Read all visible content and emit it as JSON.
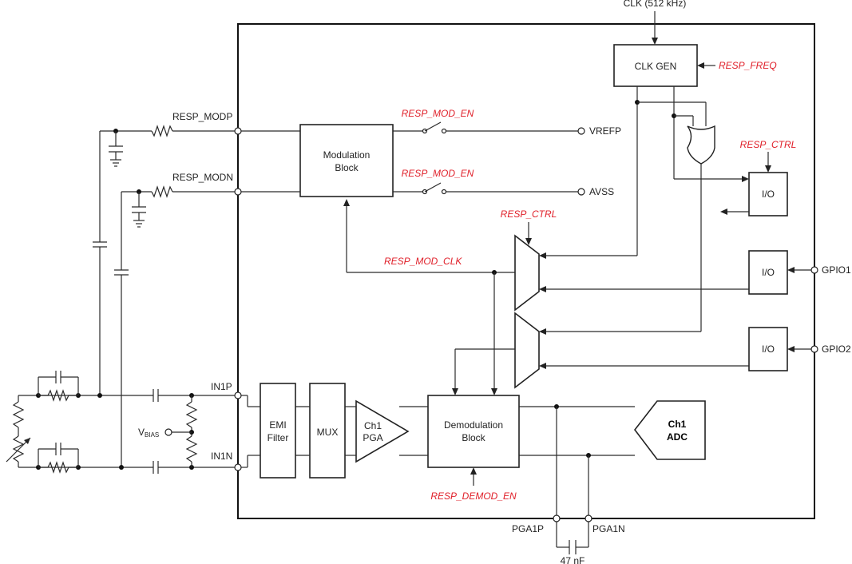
{
  "external": {
    "clk": "CLK (512 kHz)",
    "resp_modp": "RESP_MODP",
    "resp_modn": "RESP_MODN",
    "in1p": "IN1P",
    "in1n": "IN1N",
    "vbias_main": "V",
    "vbias_sub": "BIAS",
    "vrefp": "VREFP",
    "avss": "AVSS",
    "gpio1": "GPIO1",
    "gpio2": "GPIO2",
    "pga1p": "PGA1P",
    "pga1n": "PGA1N",
    "cap_47nf": "47 nF"
  },
  "blocks": {
    "clk_gen": "CLK GEN",
    "modulation_line1": "Modulation",
    "modulation_line2": "Block",
    "demod_line1": "Demodulation",
    "demod_line2": "Block",
    "emi_line1": "EMI",
    "emi_line2": "Filter",
    "mux": "MUX",
    "pga_line1": "Ch1",
    "pga_line2": "PGA",
    "adc_line1": "Ch1",
    "adc_line2": "ADC",
    "io_top": "I/O",
    "io_gpio1": "I/O",
    "io_gpio2": "I/O"
  },
  "signals": {
    "resp_freq": "RESP_FREQ",
    "resp_mod_en_1": "RESP_MOD_EN",
    "resp_mod_en_2": "RESP_MOD_EN",
    "resp_ctrl_io": "RESP_CTRL",
    "resp_ctrl_mux": "RESP_CTRL",
    "resp_mod_clk": "RESP_MOD_CLK",
    "resp_demod_en": "RESP_DEMOD_EN"
  }
}
